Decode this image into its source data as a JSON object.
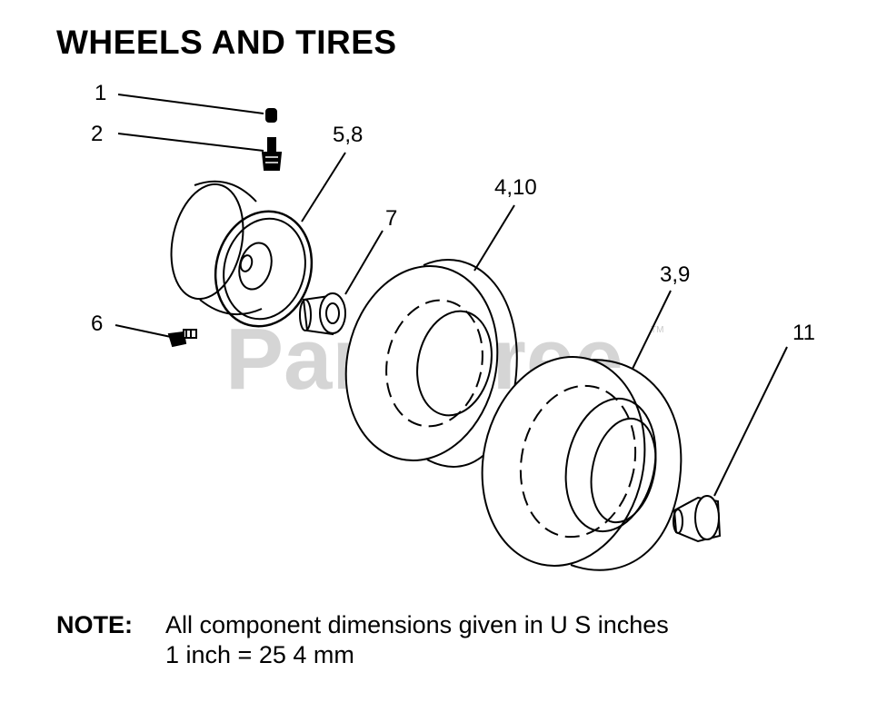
{
  "title": "WHEELS AND TIRES",
  "callouts": {
    "c1": "1",
    "c2": "2",
    "c58": "5,8",
    "c7": "7",
    "c410": "4,10",
    "c39": "3,9",
    "c6": "6",
    "c11": "11"
  },
  "watermark": "PartsTree",
  "watermark_tm": "TM",
  "note": {
    "label": "NOTE:",
    "line1": "All component dimensions given in U S  inches",
    "line2": "1 inch = 25 4 mm"
  }
}
